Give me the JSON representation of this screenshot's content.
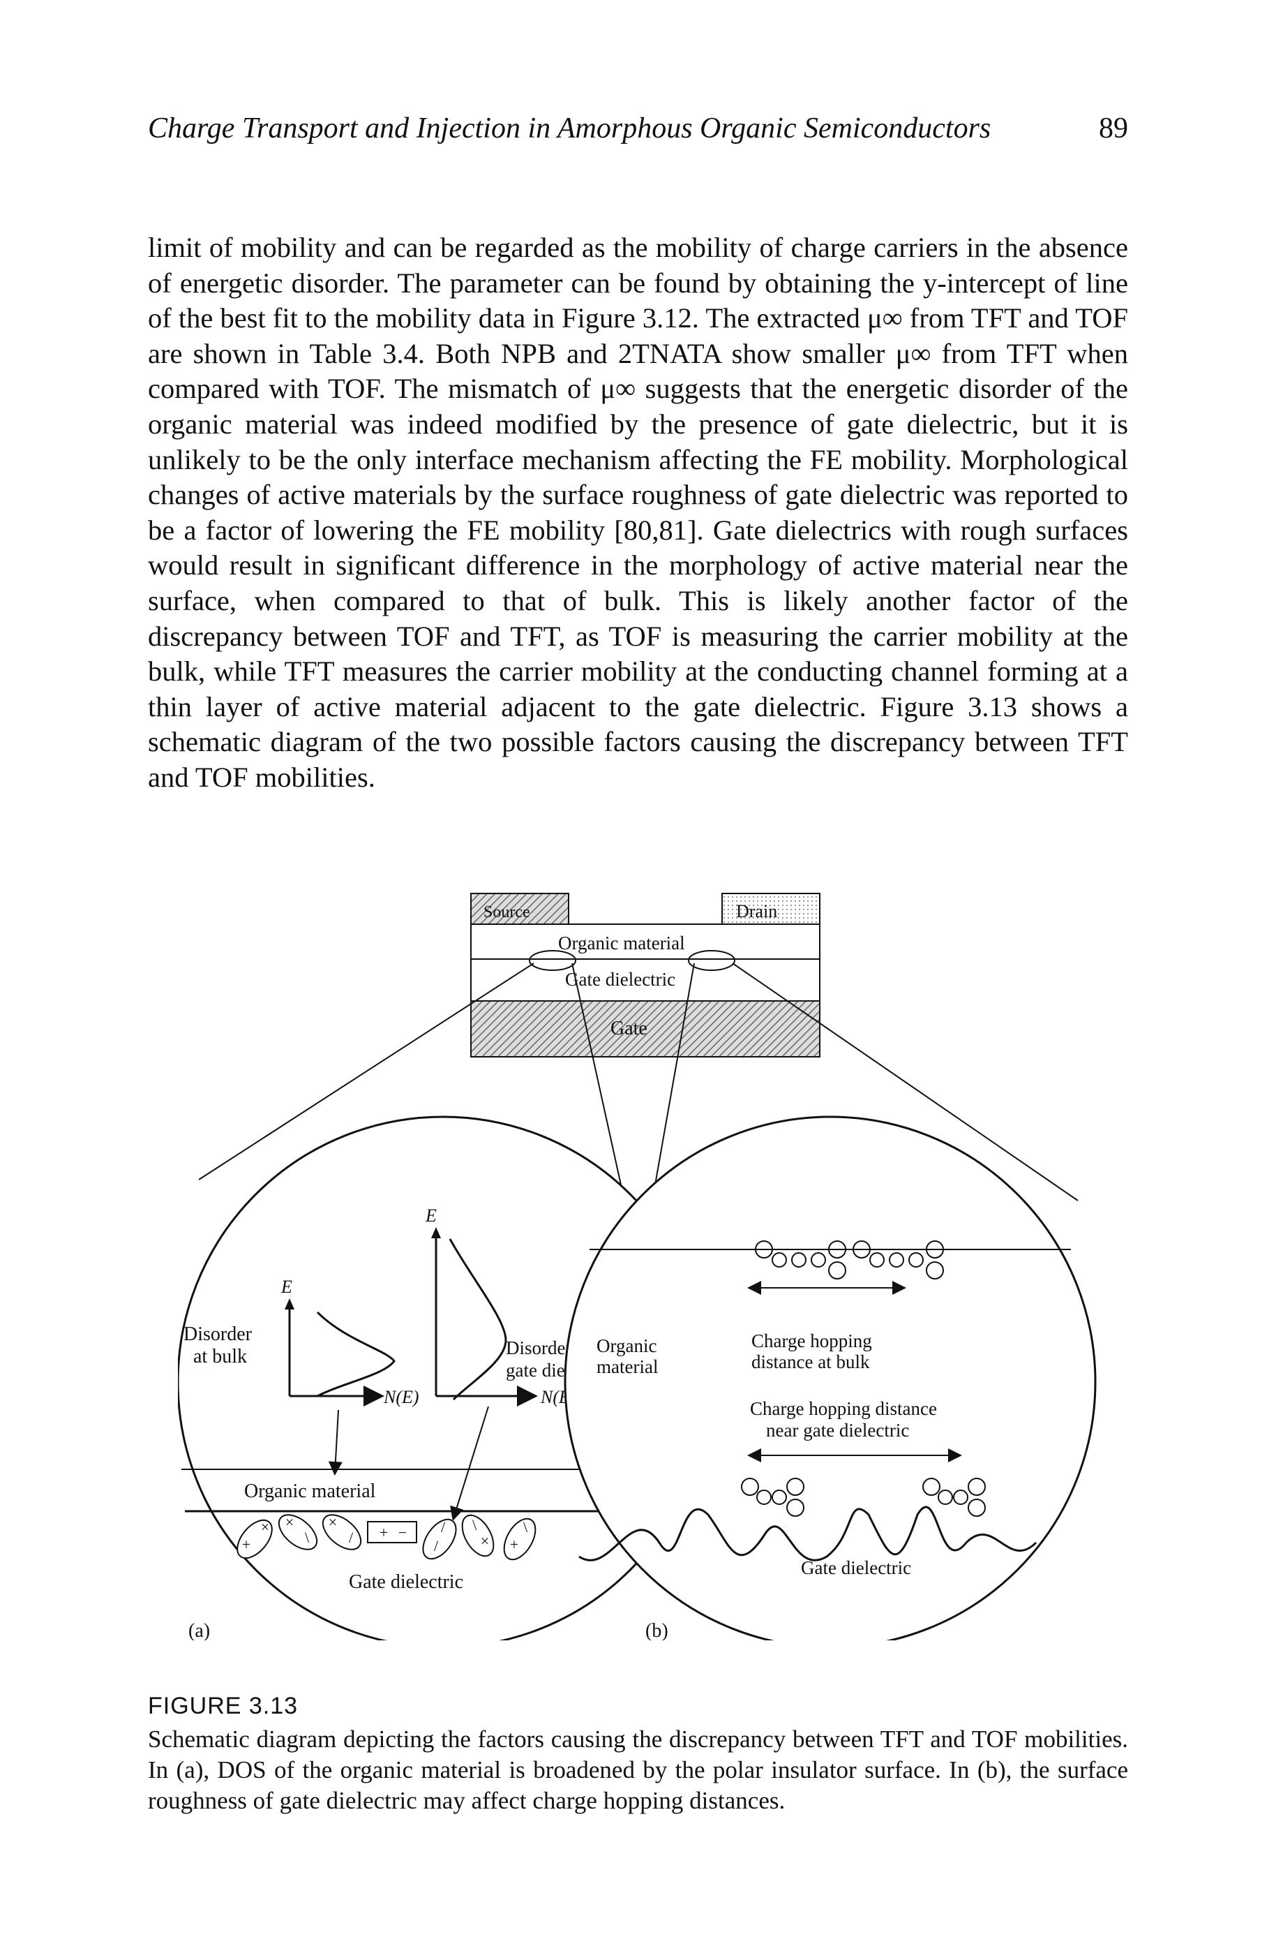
{
  "header": {
    "title": "Charge Transport and Injection in Amorphous Organic Semiconductors",
    "page_number": "89"
  },
  "body_paragraph": "limit of mobility and can be regarded as the mobility of charge carriers in the absence of energetic disorder. The parameter can be found by obtaining the y-intercept of line of the best fit to the mobility data in Figure 3.12. The extracted μ∞ from TFT and TOF are shown in Table 3.4. Both NPB and 2TNATA show smaller μ∞ from TFT when compared with TOF. The mismatch of μ∞ suggests that the energetic disorder of the organic material was indeed modified by the presence of gate dielectric, but it is unlikely to be the only interface mechanism affecting the FE mobility. Morphological changes of active materials by the surface roughness of gate dielectric was reported to be a factor of lowering the FE mobility [80,81]. Gate dielectrics with rough surfaces would result in significant difference in the morphology of active material near the surface, when compared to that of bulk. This is likely another factor of the discrepancy between TOF and TFT, as TOF is measuring the carrier mobility at the bulk, while TFT measures the carrier mobility at the conducting channel forming at a thin layer of active material adjacent to the gate dielectric. Figure 3.13 shows a schematic diagram of the two possible factors causing the discrepancy between TFT and TOF mobilities.",
  "figure": {
    "labels": {
      "source": "Source",
      "drain": "Drain",
      "organic_material_top": "Organic material",
      "gate_dielectric_top": "Gate dielectric",
      "gate": "Gate",
      "e_axis_1": "E",
      "e_axis_2": "E",
      "disorder_at_bulk_1": "Disorder",
      "disorder_at_bulk_2": "at bulk",
      "n_of_e_1": "N(E)",
      "n_of_e_2": "N(E)",
      "disorder_near_1": "Disorder near",
      "disorder_near_2": "gate dielectric",
      "organic_material_a": "Organic material",
      "gate_dielectric_a": "Gate dielectric",
      "organic_material_b_1": "Organic",
      "organic_material_b_2": "material",
      "hopping_bulk_1": "Charge hopping",
      "hopping_bulk_2": "distance at bulk",
      "hopping_near_1": "Charge hopping distance",
      "hopping_near_2": "near gate dielectric",
      "gate_dielectric_b": "Gate dielectric",
      "panel_a": "(a)",
      "panel_b": "(b)",
      "charges": [
        "+",
        "×",
        "×",
        "+",
        "−",
        "/",
        "\\",
        "×",
        "/",
        "\\",
        "×",
        "/",
        "+",
        "\\"
      ]
    },
    "label": "FIGURE 3.13",
    "caption": "Schematic diagram depicting the factors causing the discrepancy between TFT and TOF mobilities. In (a), DOS of the organic material is broadened by the polar insulator surface. In (b), the surface roughness of gate dielectric may affect charge hopping distances."
  }
}
